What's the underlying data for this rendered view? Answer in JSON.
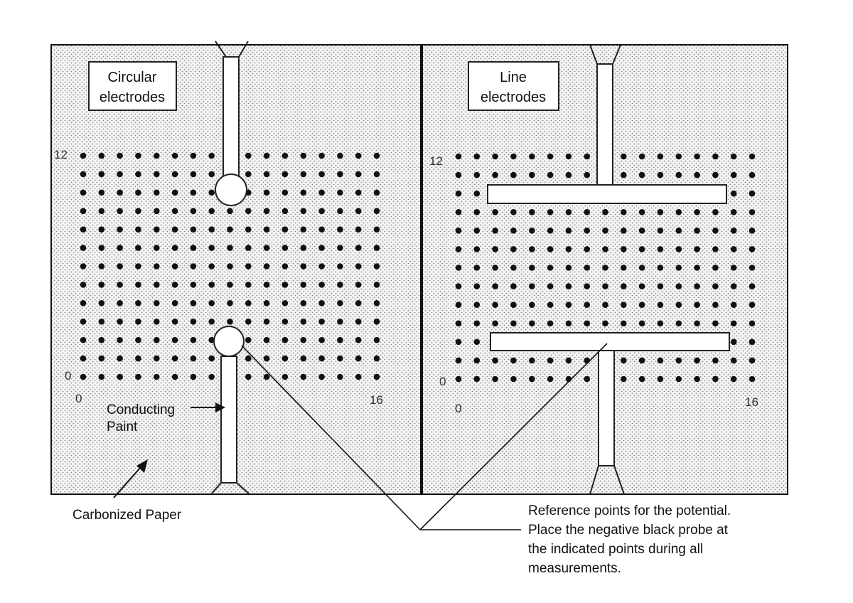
{
  "panels": {
    "left": {
      "title_line1": "Circular",
      "title_line2": "electrodes",
      "label_top_left": "12",
      "label_bottom_left": "0",
      "label_origin": "0",
      "label_bottom_right": "16",
      "conducting_line1": "Conducting",
      "conducting_line2": "Paint"
    },
    "right": {
      "title_line1": "Line",
      "title_line2": "electrodes",
      "label_top_left": "12",
      "label_bottom_left": "0",
      "label_origin": "0",
      "label_bottom_right": "16"
    }
  },
  "annotations": {
    "carbonized": "Carbonized Paper",
    "reference_lines": [
      "Reference points for the potential.",
      "Place the negative black probe at",
      "the indicated points during all",
      "measurements."
    ]
  },
  "grid": {
    "columns": 17,
    "rows": 13
  }
}
